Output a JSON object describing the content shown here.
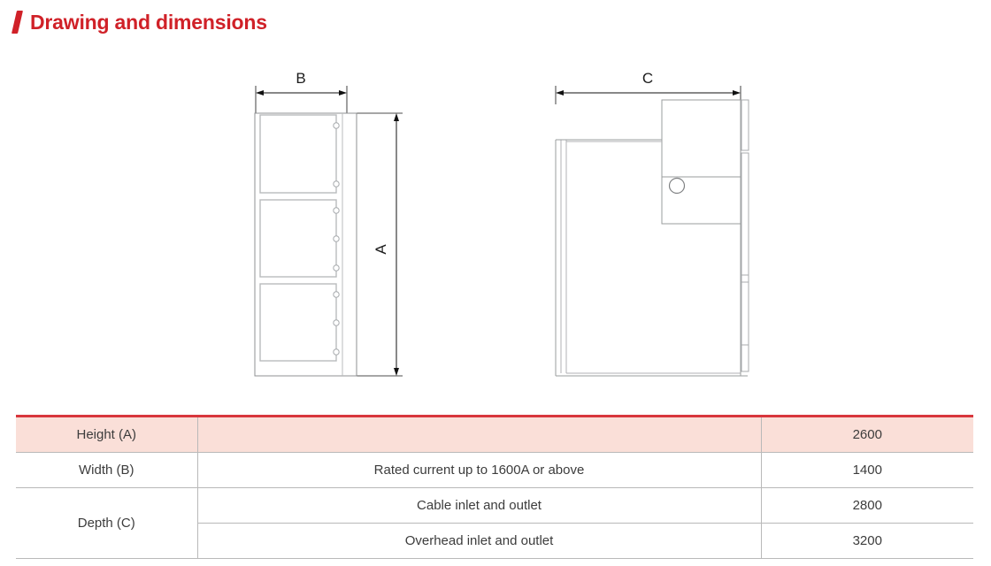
{
  "header": {
    "title": "Drawing and dimensions",
    "accent_color": "#d02128",
    "slash_icon": "slash-mark"
  },
  "drawings": {
    "front_view": {
      "name": "front-view",
      "dimension_labels": {
        "width": "B",
        "height": "A"
      },
      "panels": 3,
      "hinge_counts": [
        2,
        3,
        3
      ]
    },
    "side_view": {
      "name": "side-view",
      "dimension_labels": {
        "depth": "C"
      },
      "has_circle_feature": true
    }
  },
  "table": {
    "accent_color": "#d8363c",
    "header_bg": "#fadfd8",
    "rows": [
      {
        "label": "Height (A)",
        "description": "",
        "value": "2600",
        "highlighted": true
      },
      {
        "label": "Width (B)",
        "description": "Rated current up to 1600A or above",
        "value": "1400",
        "highlighted": false
      },
      {
        "label": "Depth (C)",
        "description": "Cable inlet and outlet",
        "value": "2800",
        "highlighted": false
      },
      {
        "label": "",
        "description": "Overhead inlet and outlet",
        "value": "3200",
        "highlighted": false
      }
    ]
  }
}
